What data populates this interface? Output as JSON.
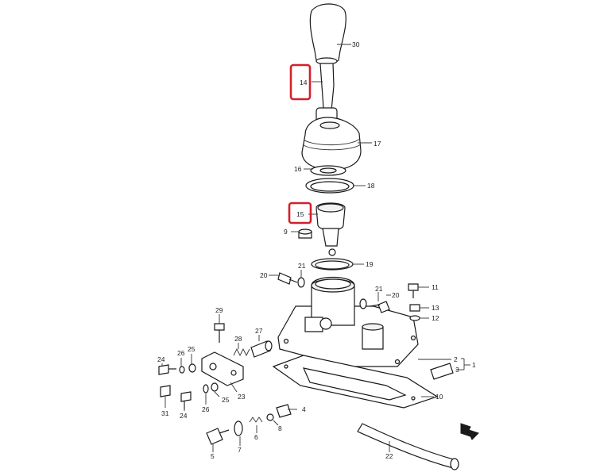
{
  "callouts": [
    {
      "id": "30",
      "text": "30",
      "highlight": false
    },
    {
      "id": "14",
      "text": "14",
      "highlight": true
    },
    {
      "id": "17",
      "text": "17",
      "highlight": false
    },
    {
      "id": "16",
      "text": "16",
      "highlight": false
    },
    {
      "id": "18",
      "text": "18",
      "highlight": false
    },
    {
      "id": "15",
      "text": "15",
      "highlight": true
    },
    {
      "id": "9",
      "text": "9",
      "highlight": false
    },
    {
      "id": "19",
      "text": "19",
      "highlight": false
    },
    {
      "id": "21a",
      "text": "21",
      "highlight": false
    },
    {
      "id": "20a",
      "text": "20",
      "highlight": false
    },
    {
      "id": "11",
      "text": "11",
      "highlight": false
    },
    {
      "id": "21b",
      "text": "21",
      "highlight": false
    },
    {
      "id": "20b",
      "text": "20",
      "highlight": false
    },
    {
      "id": "13",
      "text": "13",
      "highlight": false
    },
    {
      "id": "12",
      "text": "12",
      "highlight": false
    },
    {
      "id": "29a",
      "text": "29",
      "highlight": false
    },
    {
      "id": "27",
      "text": "27",
      "highlight": false
    },
    {
      "id": "28",
      "text": "28",
      "highlight": false
    },
    {
      "id": "26a",
      "text": "26",
      "highlight": false
    },
    {
      "id": "25a",
      "text": "25",
      "highlight": false
    },
    {
      "id": "24a",
      "text": "24",
      "highlight": false
    },
    {
      "id": "2",
      "text": "2",
      "highlight": false
    },
    {
      "id": "1",
      "text": "1",
      "highlight": false
    },
    {
      "id": "3",
      "text": "3",
      "highlight": false
    },
    {
      "id": "23",
      "text": "23",
      "highlight": false
    },
    {
      "id": "25b",
      "text": "25",
      "highlight": false
    },
    {
      "id": "31",
      "text": "31",
      "highlight": false
    },
    {
      "id": "24b",
      "text": "24",
      "highlight": false
    },
    {
      "id": "26b",
      "text": "26",
      "highlight": false
    },
    {
      "id": "10",
      "text": "10",
      "highlight": false
    },
    {
      "id": "4",
      "text": "4",
      "highlight": false
    },
    {
      "id": "8",
      "text": "8",
      "highlight": false
    },
    {
      "id": "6",
      "text": "6",
      "highlight": false
    },
    {
      "id": "7",
      "text": "7",
      "highlight": false
    },
    {
      "id": "5",
      "text": "5",
      "highlight": false
    },
    {
      "id": "22",
      "text": "22",
      "highlight": false
    }
  ],
  "colors": {
    "highlight": "#d4202a",
    "line": "#1a1a1a"
  },
  "icons": {
    "front_arrow": "front-direction-arrow-icon"
  }
}
